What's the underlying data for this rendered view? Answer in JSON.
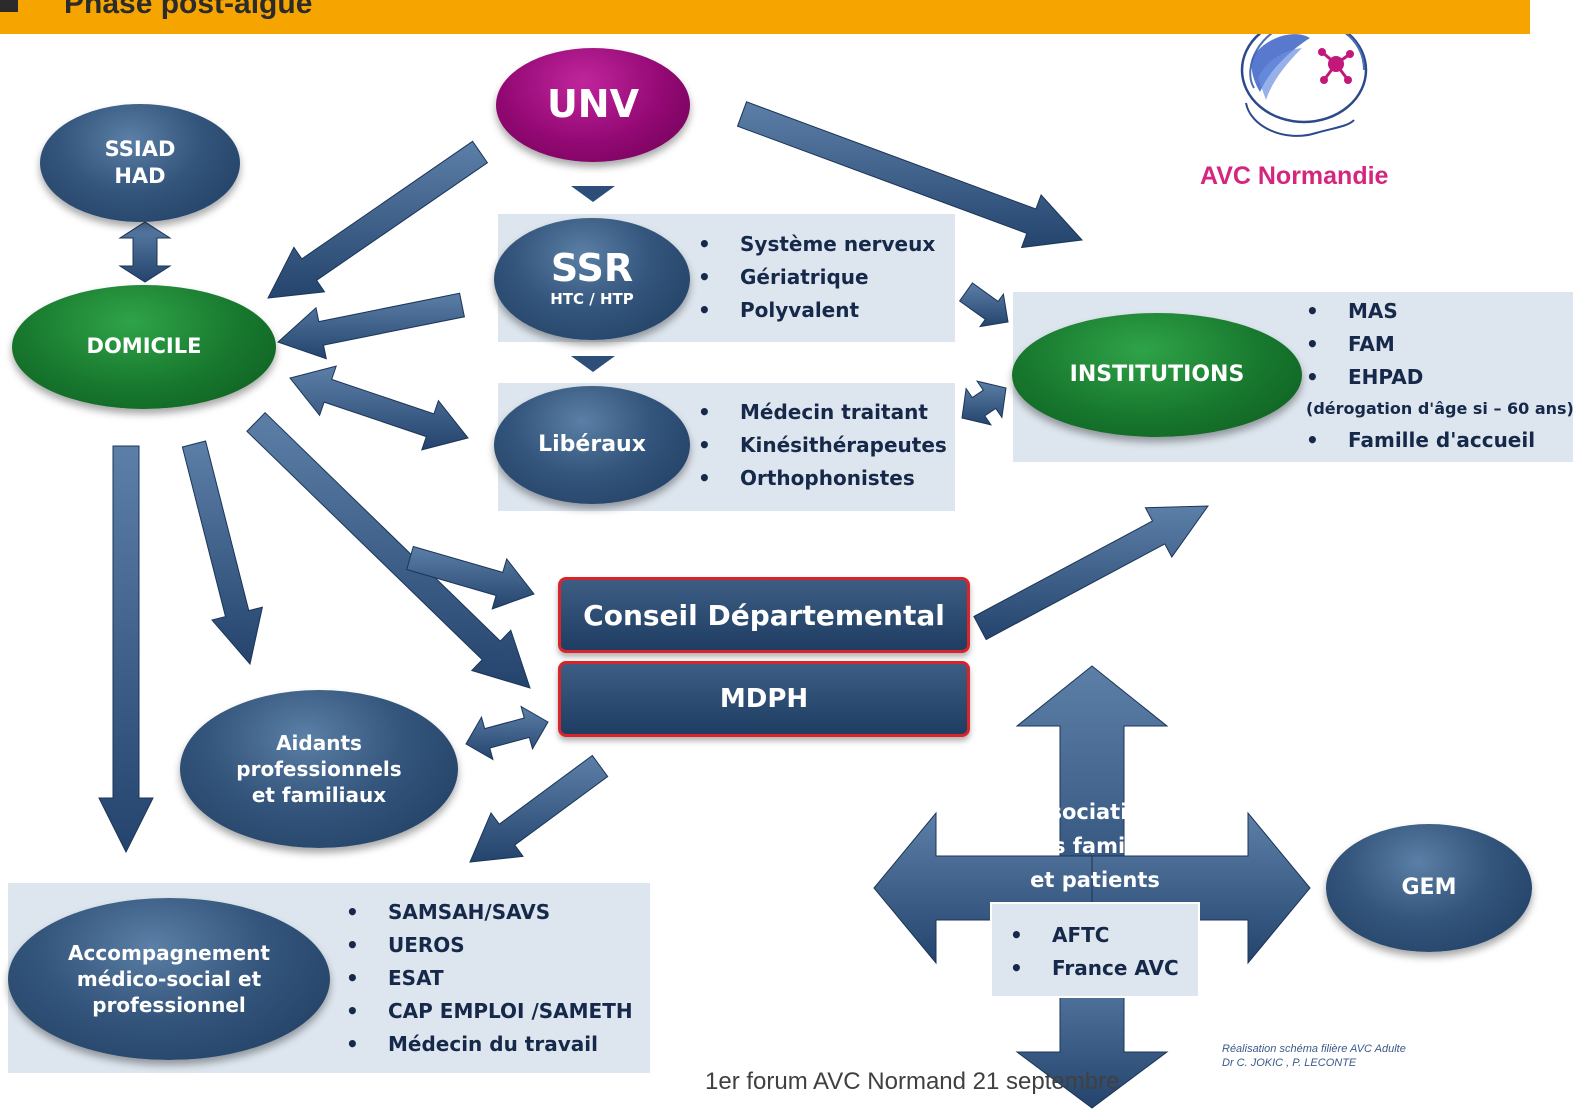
{
  "header": {
    "title": "Phase post-aigue"
  },
  "logo": {
    "text": "AVC Normandie"
  },
  "nodes": {
    "unv": "UNV",
    "ssiad": [
      "SSIAD",
      "HAD"
    ],
    "domicile": "DOMICILE",
    "ssr": {
      "title": "SSR",
      "sub": "HTC / HTP"
    },
    "liberaux": "Libéraux",
    "institutions": "INSTITUTIONS",
    "conseil": "Conseil Départemental",
    "mdph": "MDPH",
    "aidants": [
      "Aidants",
      "professionnels",
      "et familiaux"
    ],
    "accompagnement": [
      "Accompagnement",
      "médico-social et",
      "professionnel"
    ],
    "associations": [
      "Associations",
      "des familles",
      "et patients"
    ],
    "gem": "GEM"
  },
  "lists": {
    "ssr": [
      "Système nerveux",
      "Gériatrique",
      "Polyvalent"
    ],
    "liberaux": [
      "Médecin traitant",
      "Kinésithérapeutes",
      "Orthophonistes"
    ],
    "institutions": {
      "items": [
        "MAS",
        "FAM",
        "EHPAD"
      ],
      "note": "(dérogation d'âge si – 60 ans)",
      "last": "Famille d'accueil"
    },
    "accompagnement": [
      "SAMSAH/SAVS",
      "UEROS",
      "ESAT",
      "CAP EMPLOI /SAMETH",
      "Médecin du travail"
    ],
    "associations": [
      "AFTC",
      "France AVC"
    ]
  },
  "footer": {
    "text": "1er forum AVC Normand 21 septembre",
    "credit_line1": "Réalisation schéma filière AVC Adulte",
    "credit_line2": "Dr C. JOKIC , P. LECONTE"
  },
  "colors": {
    "header": "#f6a500",
    "navy": "#1f3d62",
    "green": "#17772d",
    "magenta": "#920873",
    "panel": "#dde5ee",
    "accent_red": "#d9252a",
    "logo_pink": "#d4267e"
  }
}
